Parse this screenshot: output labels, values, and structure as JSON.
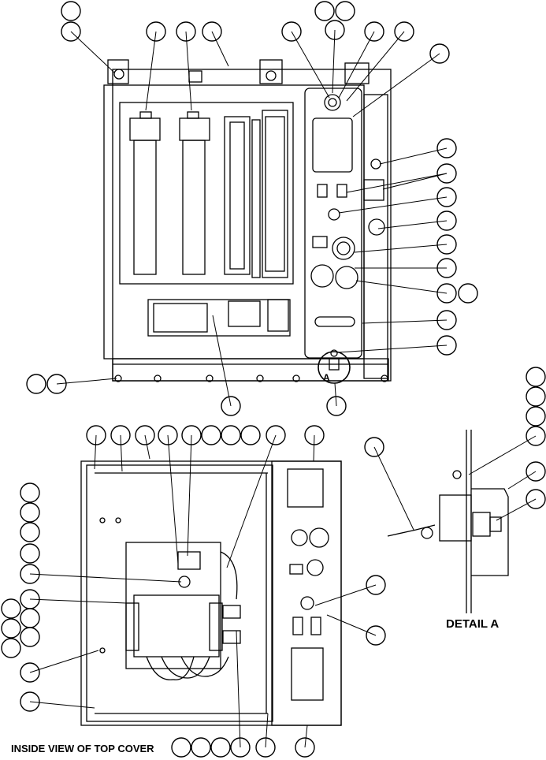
{
  "labels": {
    "detail_a": "DETAIL A",
    "inside_view": "INSIDE VIEW OF TOP COVER",
    "detail_marker": "A"
  },
  "colors": {
    "line": "#000000",
    "background": "#ffffff"
  }
}
